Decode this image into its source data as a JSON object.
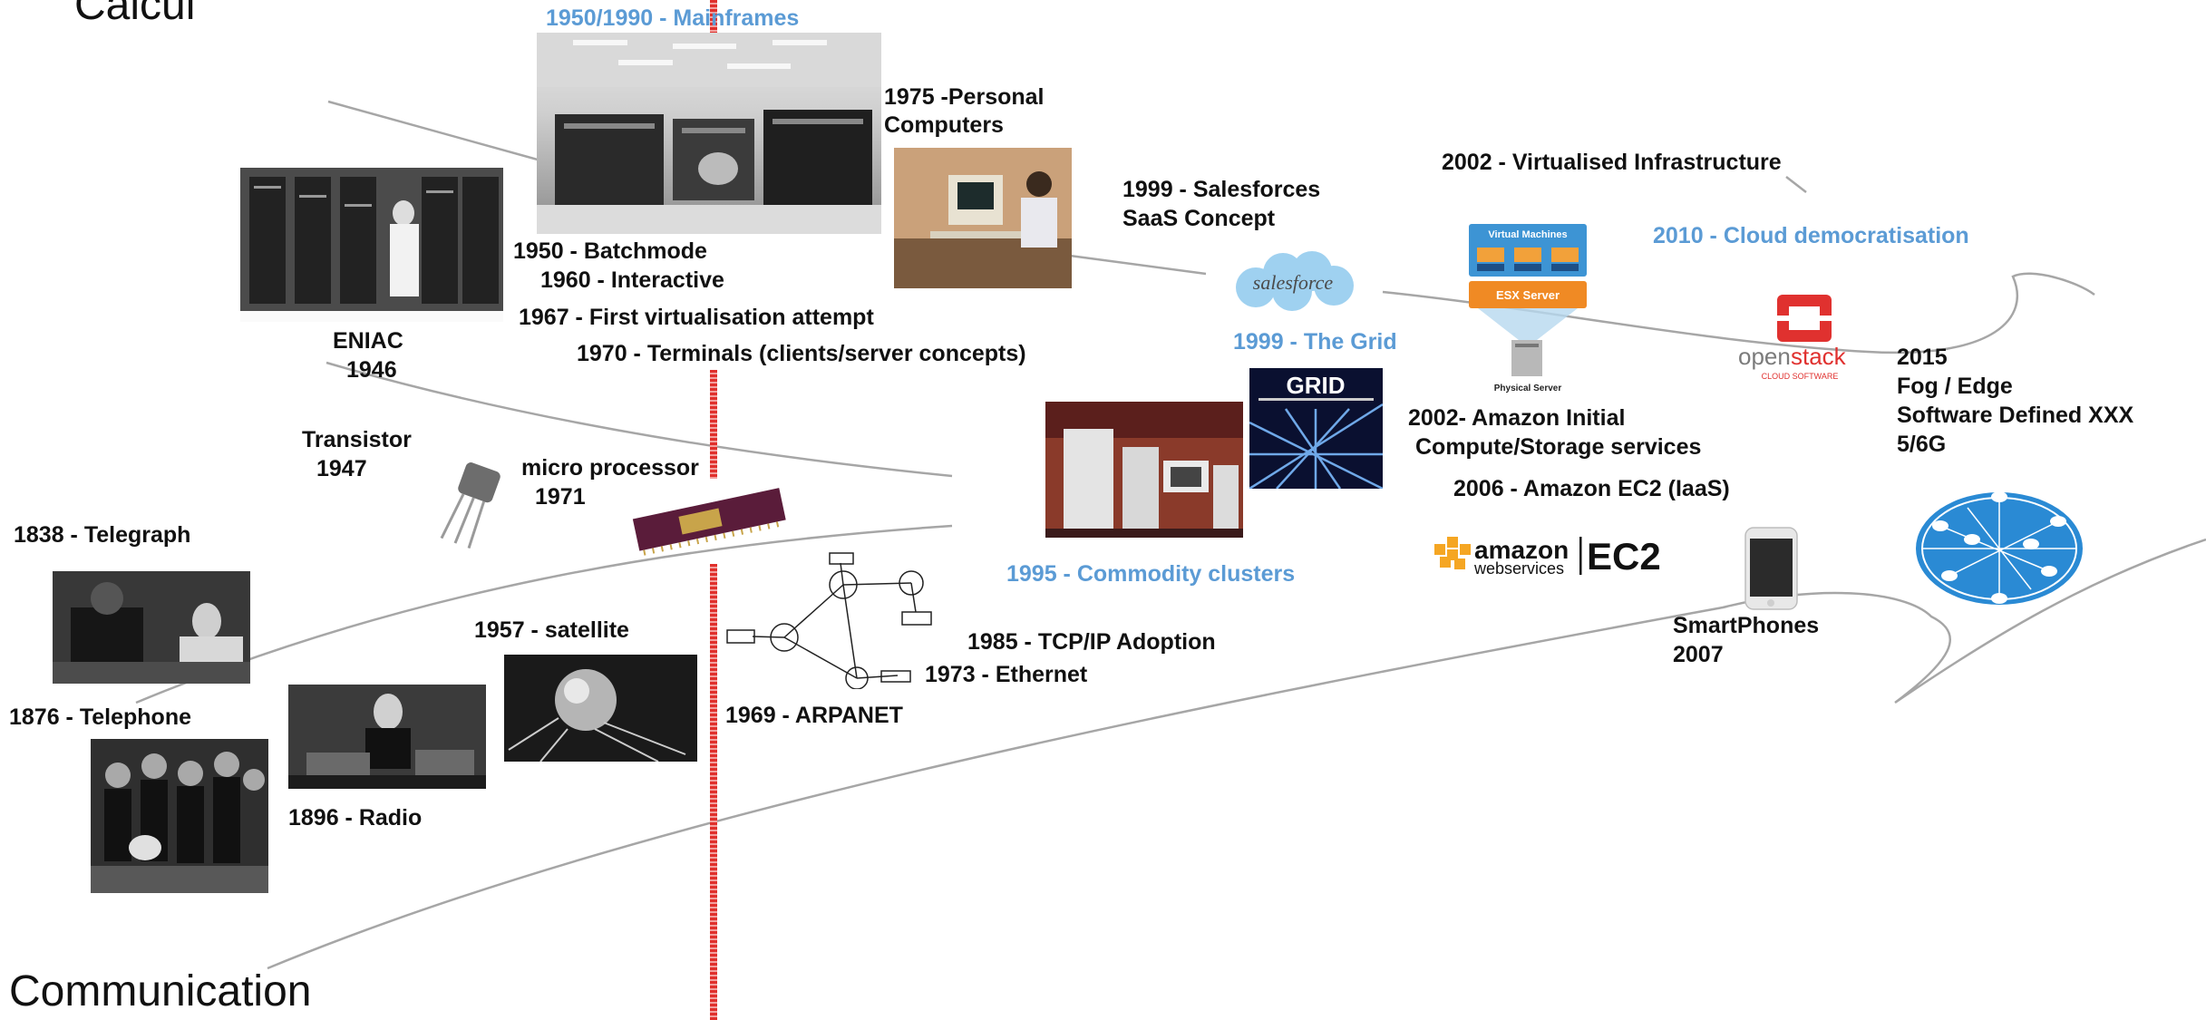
{
  "axes": {
    "top": "Calcul",
    "bottom": "Communication"
  },
  "labels": {
    "mainframes": "1950/1990 - Mainframes",
    "personal_computers_1": "1975 -Personal",
    "personal_computers_2": "Computers",
    "batchmode": "1950 - Batchmode",
    "interactive": "1960 - Interactive",
    "first_virt": "1967 - First virtualisation attempt",
    "terminals": "1970 - Terminals (clients/server concepts)",
    "eniac_1": "ENIAC",
    "eniac_2": "1946",
    "transistor_1": "Transistor",
    "transistor_2": "1947",
    "microprocessor_1": "micro processor",
    "microprocessor_2": "1971",
    "telegraph": "1838 - Telegraph",
    "telephone": "1876 - Telephone",
    "radio": "1896 - Radio",
    "satellite": "1957 - satellite",
    "arpanet": "1969 - ARPANET",
    "tcpip": "1985 - TCP/IP Adoption",
    "ethernet": "1973 - Ethernet",
    "commodity": "1995 - Commodity clusters",
    "grid": "1999 - The Grid",
    "salesforce_1": "1999 - Salesforces",
    "salesforce_2": "SaaS Concept",
    "virt_infra": "2002 - Virtualised Infrastructure",
    "cloud": "2010 - Cloud  democratisation",
    "amazon_initial_1": "2002- Amazon Initial",
    "amazon_initial_2": "Compute/Storage services",
    "amazon_ec2": "2006 - Amazon EC2 (IaaS)",
    "smartphones_1": "SmartPhones",
    "smartphones_2": "2007",
    "fog_1": "2015",
    "fog_2": "Fog / Edge",
    "fog_3": "Software Defined XXX",
    "fog_4": "5/6G"
  },
  "logos": {
    "salesforce": "salesforce",
    "openstack_1": "open",
    "openstack_2": "stack",
    "openstack_sub": "CLOUD SOFTWARE",
    "aws_1": "amazon",
    "aws_2": "webservices",
    "ec2": "EC2",
    "grid_cover": "GRID",
    "vm_title": "Virtual Machines",
    "esx": "ESX Server",
    "physical": "Physical Server"
  },
  "colors": {
    "accent_blue": "#5b9bd5",
    "curve": "#9e9e9e",
    "divider_red": "#e0302c"
  }
}
